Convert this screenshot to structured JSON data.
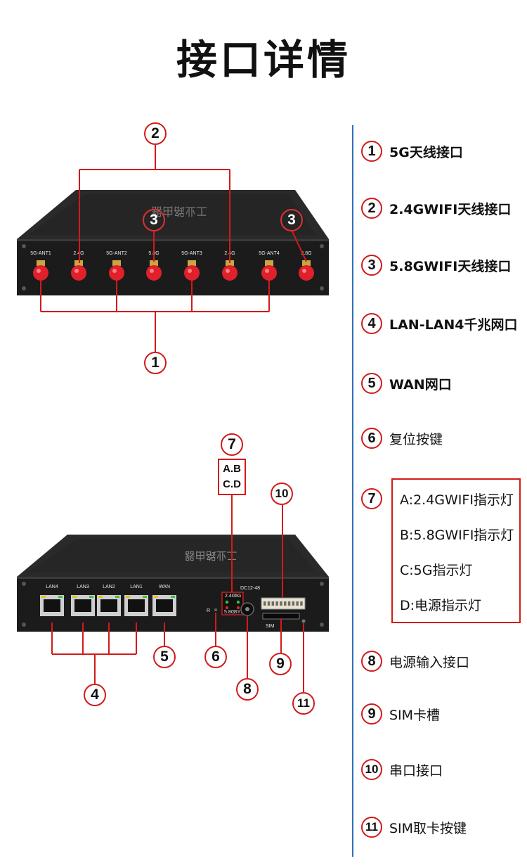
{
  "title": "接口详情",
  "legend": [
    {
      "num": "1",
      "text": "5G天线接口"
    },
    {
      "num": "2",
      "text": "2.4GWIFI天线接口"
    },
    {
      "num": "3",
      "text": "5.8GWIFI天线接口"
    },
    {
      "num": "4",
      "text": "LAN-LAN4千兆网口"
    },
    {
      "num": "5",
      "text": "WAN网口"
    },
    {
      "num": "6",
      "text": "复位按键"
    },
    {
      "num": "7",
      "text": ""
    },
    {
      "num": "8",
      "text": "电源输入接口"
    },
    {
      "num": "9",
      "text": "SIM卡槽"
    },
    {
      "num": "10",
      "text": "串口接口"
    },
    {
      "num": "11",
      "text": "SIM取卡按键"
    }
  ],
  "led_box": [
    "A:2.4GWIFI指示灯",
    "B:5.8GWIFI指示灯",
    "C:5G指示灯",
    "D:电源指示灯"
  ],
  "abcd_label": {
    "line1": "A.B",
    "line2": "C.D"
  },
  "front_panel": {
    "antenna_labels": [
      "5G-ANT1",
      "2.4G",
      "5G-ANT2",
      "5.8G",
      "5G-ANT3",
      "2.4G",
      "5G-ANT4",
      "5.8G"
    ],
    "lid_text": "工业路由器"
  },
  "back_panel": {
    "port_labels": [
      "LAN4",
      "LAN3",
      "LAN2",
      "LAN1",
      "WAN"
    ],
    "led_labels": [
      "2.4G",
      "5G",
      "5.8G",
      "SYS"
    ],
    "power_label": "DC12-48",
    "reset_label": "R",
    "sim_label": "SIM",
    "lid_text": "工业路由器"
  },
  "colors": {
    "accent": "#d21a1a",
    "divider": "#2f6fb3",
    "device": "#1b1b1b",
    "antenna": "#e0202a"
  }
}
